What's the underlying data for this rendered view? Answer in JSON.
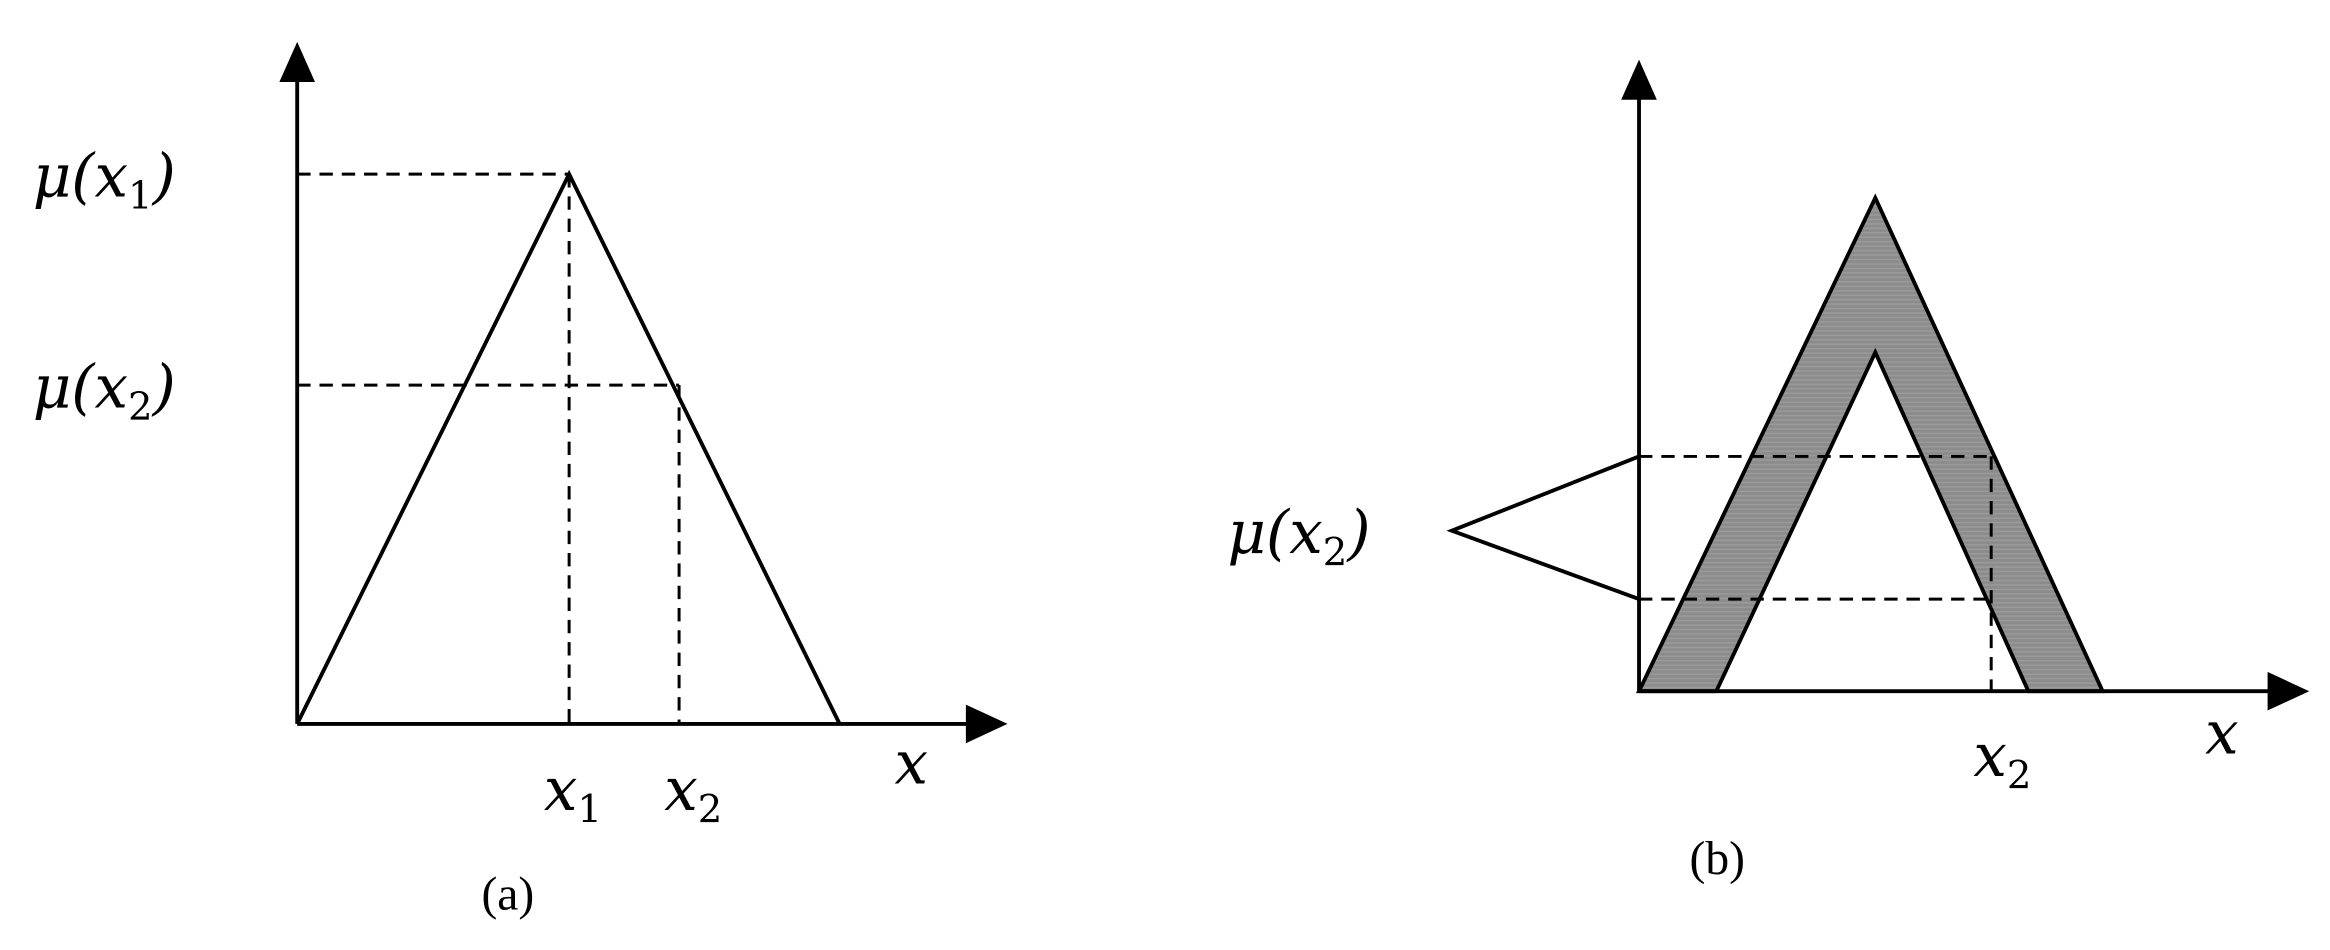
{
  "panel_a": {
    "caption": "(a)",
    "y_labels": {
      "mu_x1": "μ(x",
      "mu_x1_sub": "1",
      "mu_x2": "μ(x",
      "mu_x2_sub": "2",
      "close": ")"
    },
    "x_labels": {
      "x1": "x",
      "x1_sub": "1",
      "x2": "x",
      "x2_sub": "2",
      "axis": "x"
    }
  },
  "panel_b": {
    "caption": "(b)",
    "mu_label": "μ(x",
    "mu_label_sub": "2",
    "close": ")",
    "x_labels": {
      "x2": "x",
      "x2_sub": "2",
      "axis": "x"
    }
  },
  "colors": {
    "line": "#000000",
    "band_fill": "#8c8c8c"
  }
}
